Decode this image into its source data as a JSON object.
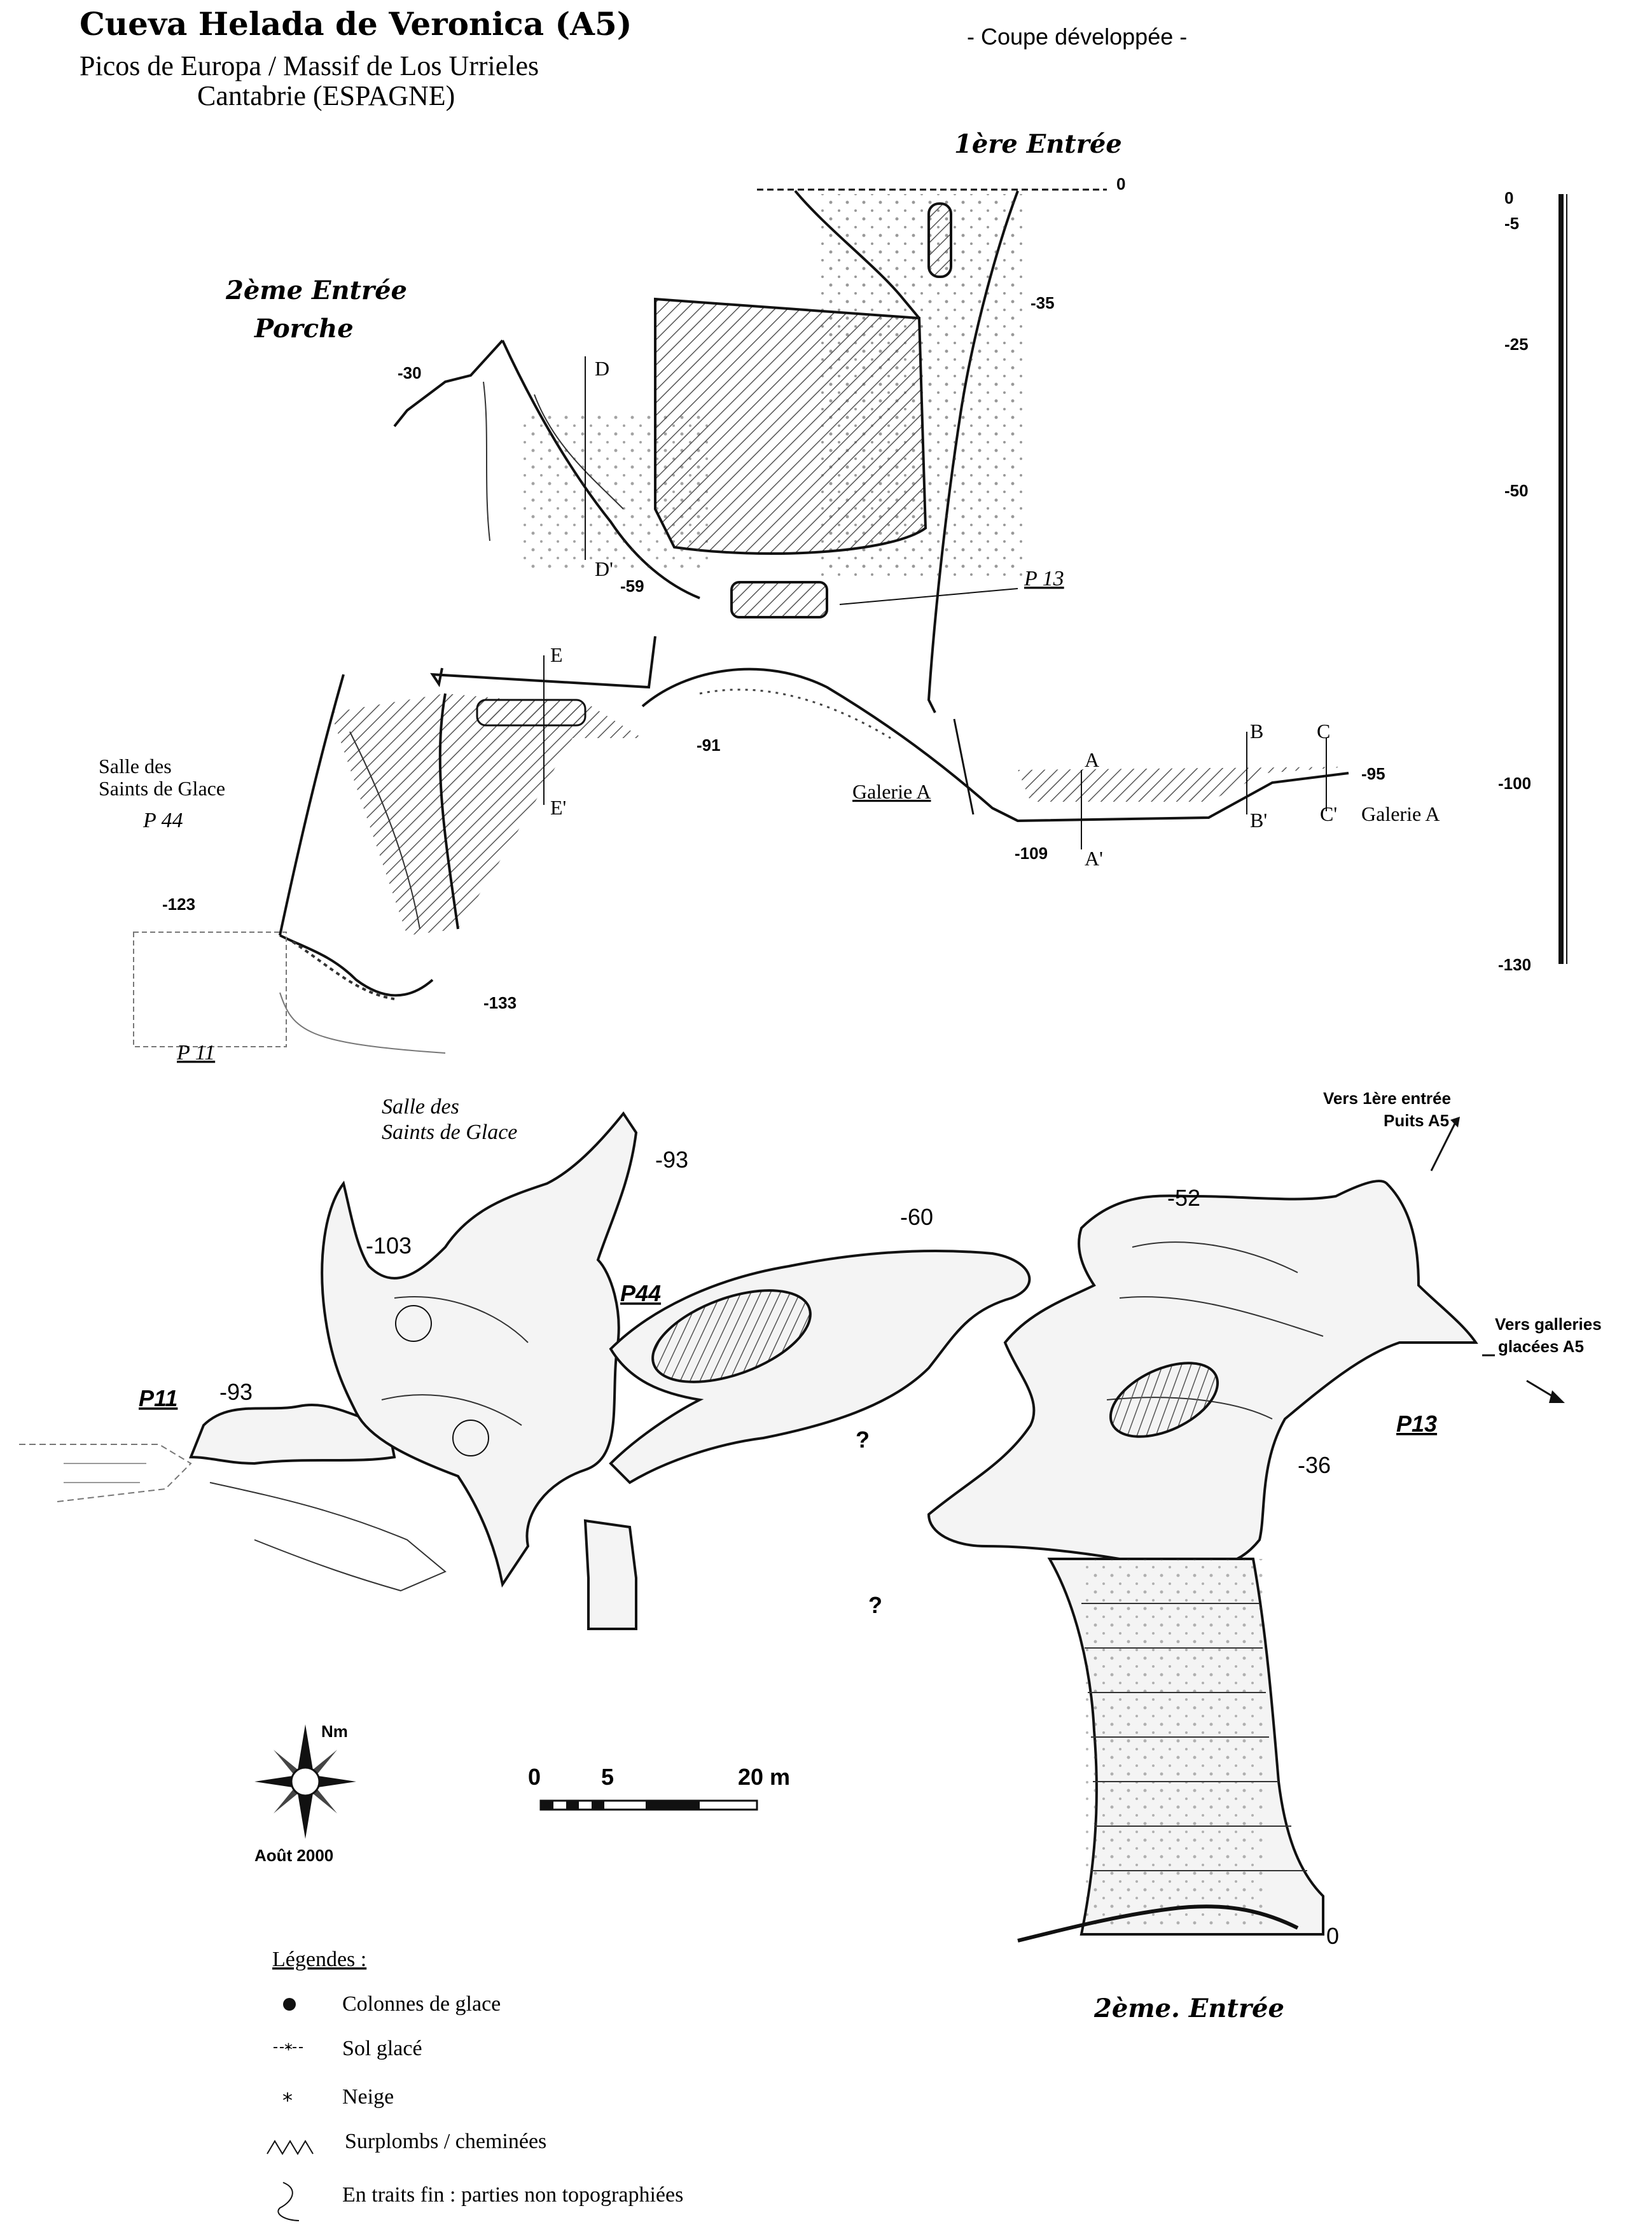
{
  "header": {
    "title": "Cueva Helada de Veronica    (A5)",
    "subtitle_line1": "Picos de Europa / Massif de Los Urrieles",
    "subtitle_line2": "Cantabrie (ESPAGNE)",
    "section_type": "- Coupe développée -"
  },
  "section": {
    "entrance1": "1ère Entrée",
    "entrance2_line1": "2ème Entrée",
    "entrance2_line2": "Porche",
    "salle_line1": "Salle des",
    "salle_line2": "Saints de Glace",
    "p44": "P 44",
    "p13": "P 13",
    "p11": "P 11",
    "galerie_a_1": "Galerie A",
    "galerie_a_2": "Galerie A",
    "depths": {
      "d0": "0",
      "d35": "-35",
      "d30": "-30",
      "d59": "-59",
      "d91": "-91",
      "d95": "-95",
      "d109": "-109",
      "d123": "-123",
      "d133": "-133"
    },
    "profiles": {
      "D": "D",
      "Dp": "D'",
      "E": "E",
      "Ep": "E'",
      "A": "A",
      "Ap": "A'",
      "B": "B",
      "Bp": "B'",
      "C": "C",
      "Cp": "C'"
    }
  },
  "depth_scale": {
    "ticks": [
      "0",
      "-5",
      "-25",
      "-50",
      "-100",
      "-130"
    ]
  },
  "plan": {
    "salle_line1": "Salle des",
    "salle_line2": "Saints de Glace",
    "p11": "P11",
    "p44": "P44",
    "p13": "P13",
    "vers1_line1": "Vers 1ère entrée",
    "vers1_line2": "Puits A5",
    "vers2_line1": "Vers galleries",
    "vers2_line2": "glacées A5",
    "entrance2": "2ème. Entrée",
    "q1": "?",
    "q2": "?",
    "depths": {
      "d93a": "-93",
      "d103": "-103",
      "d93b": "-93",
      "d60": "-60",
      "d52": "-52",
      "d36": "-36",
      "d0": "0"
    }
  },
  "north": {
    "label": "Nm",
    "date": "Août 2000"
  },
  "scale_bar": {
    "t0": "0",
    "t5": "5",
    "t20": "20 m"
  },
  "legend": {
    "title": "Légendes :",
    "items": [
      {
        "label": "Colonnes de glace",
        "icon": "ice-column-icon"
      },
      {
        "label": "Sol glacé",
        "icon": "ice-floor-icon"
      },
      {
        "label": "Neige",
        "icon": "snow-icon"
      },
      {
        "label": "Surplombs / cheminées",
        "icon": "overhang-icon"
      },
      {
        "label": "En traits fin : parties non topographiées",
        "icon": "thin-line-icon"
      }
    ]
  }
}
